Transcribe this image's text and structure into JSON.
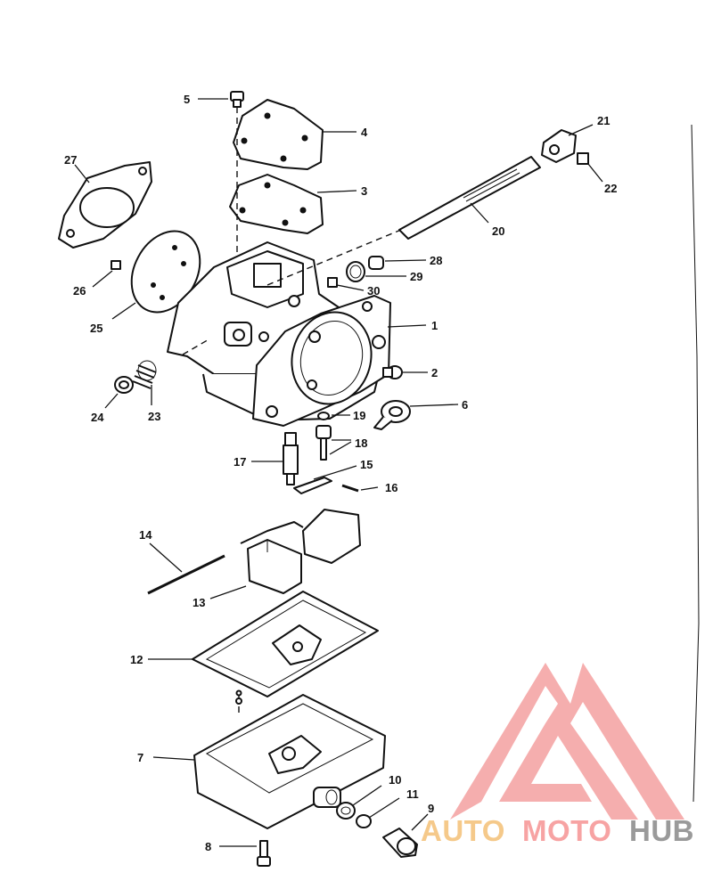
{
  "diagram": {
    "callouts": {
      "c1": "1",
      "c2": "2",
      "c3": "3",
      "c4": "4",
      "c5": "5",
      "c6": "6",
      "c7": "7",
      "c8": "8",
      "c9": "9",
      "c10": "10",
      "c11": "11",
      "c12": "12",
      "c13": "13",
      "c14": "14",
      "c15": "15",
      "c16": "16",
      "c17": "17",
      "c18": "18",
      "c19": "19",
      "c20": "20",
      "c21": "21",
      "c22": "22",
      "c23": "23",
      "c24": "24",
      "c25": "25",
      "c26": "26",
      "c27": "27",
      "c28": "28",
      "c29": "29",
      "c30": "30"
    }
  },
  "watermark": {
    "part1": "AUTO",
    "part2": "MOTO",
    "part3": "HUB",
    "colors": {
      "logo": "#f4a0a0",
      "auto": "#f5c98a",
      "moto": "#f7a3a3",
      "hub": "#9a9a9a"
    }
  }
}
